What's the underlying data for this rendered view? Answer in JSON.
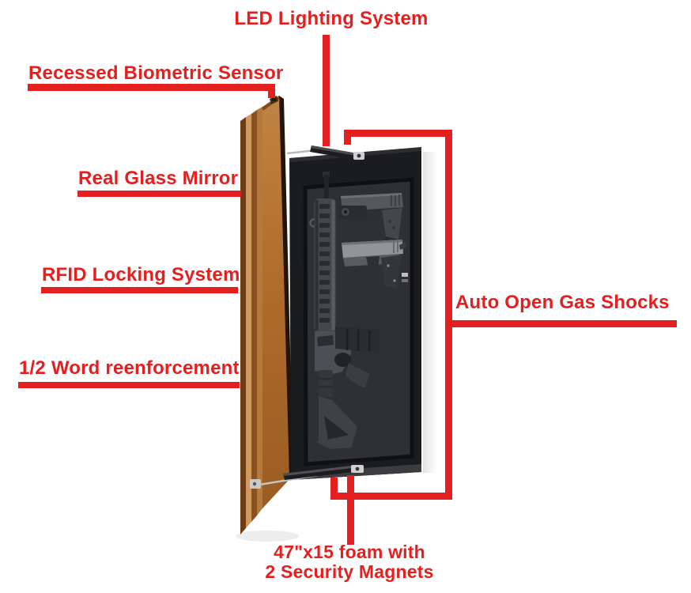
{
  "accent_color": "#e3201f",
  "illustration_colors": {
    "wood_face": "#b06c2c",
    "wood_highlight": "#d09a5c",
    "wood_shadow": "#6e3d16",
    "panel_black": "#1b1c1f",
    "foam_gray": "#2f3033"
  },
  "callouts": {
    "led_lighting": "LED Lighting System",
    "biometric_sensor": "Recessed Biometric Sensor",
    "glass_mirror": "Real Glass Mirror",
    "rfid_locking": "RFID Locking System",
    "wood_reenforcement": "1/2 Word reenforcement",
    "gas_shocks": "Auto Open Gas Shocks",
    "foam_line1": "47\"x15 foam with",
    "foam_line2": "2 Security Magnets"
  }
}
